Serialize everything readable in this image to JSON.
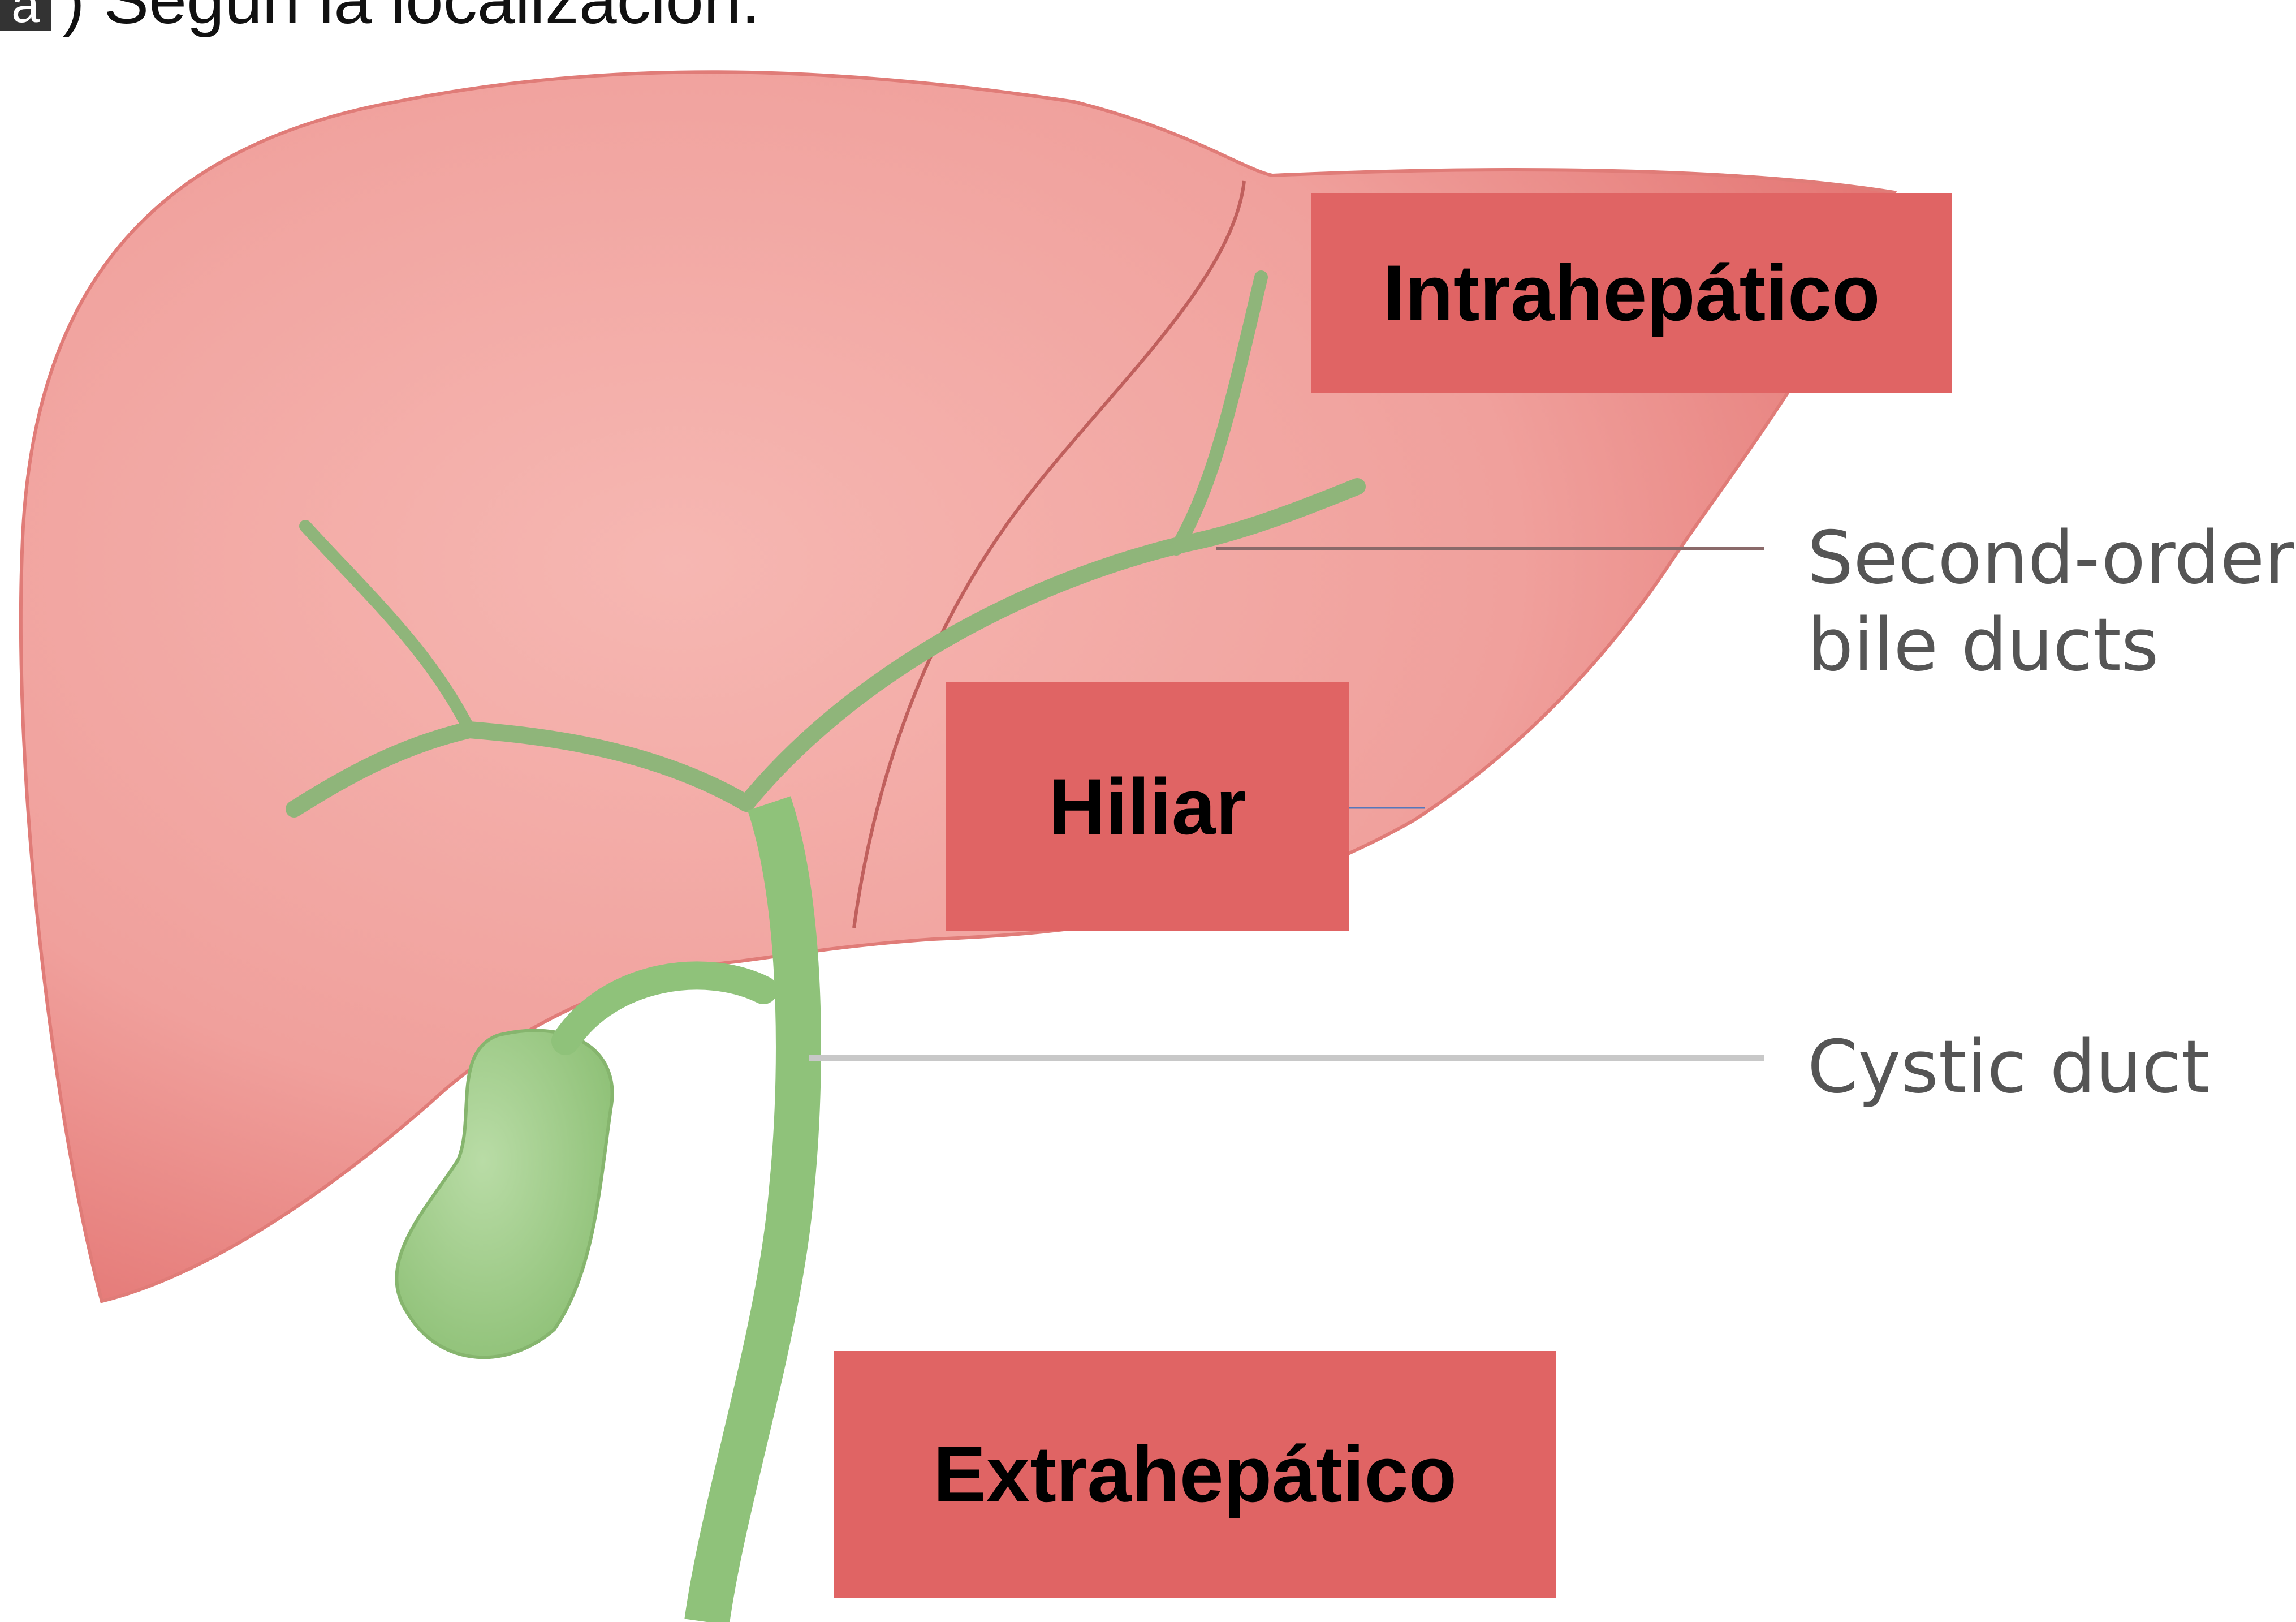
{
  "heading": {
    "prefix": "a",
    "text": ") Según la localización:"
  },
  "labels": {
    "intrahepatic": "Intrahepático",
    "hilar": "Hiliar",
    "extrahepatic": "Extrahepático"
  },
  "callouts": {
    "second_order_line1": "Second-order",
    "second_order_line2": "bile ducts",
    "cystic": "Cystic duct"
  },
  "colors": {
    "liver": "#f2a3a0",
    "liver_edge": "#e98a86",
    "bile_duct": "#8fc27a",
    "gallbladder": "#9ccb86",
    "label_box": "#e06464"
  }
}
